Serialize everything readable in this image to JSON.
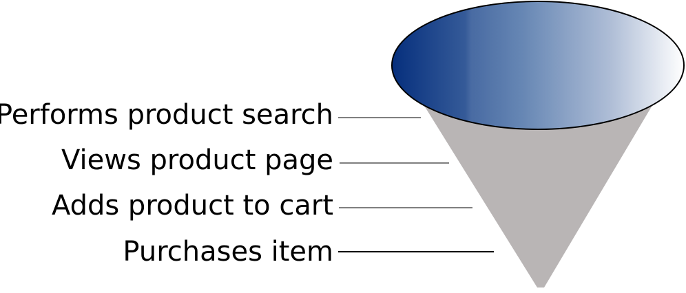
{
  "funnel": {
    "stages": [
      {
        "label": "Performs product search"
      },
      {
        "label": "Views product page"
      },
      {
        "label": "Adds product to cart"
      },
      {
        "label": "Purchases item"
      }
    ],
    "colors": {
      "cone": "#b9b5b5",
      "rim_dark": "#062f7d",
      "rim_light": "#ffffff",
      "rim_outline": "#000000",
      "leader_line": "#555555",
      "leader_line_last": "#000000"
    }
  }
}
